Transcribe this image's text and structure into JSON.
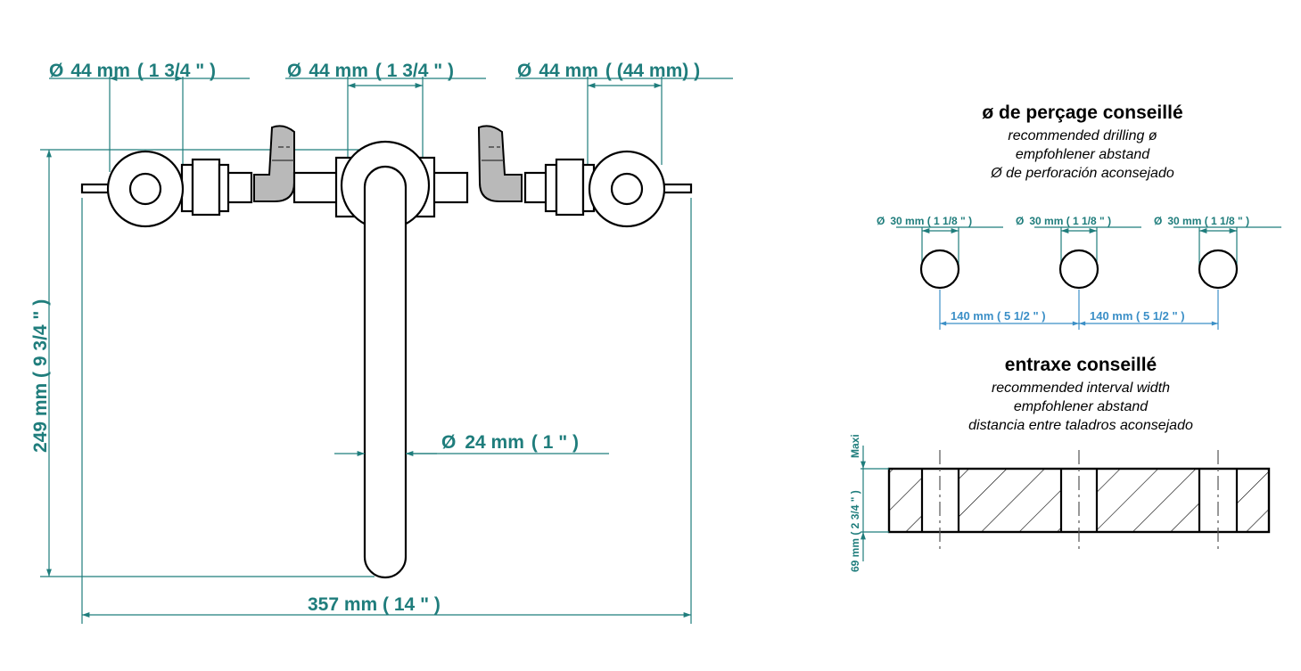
{
  "colors": {
    "dimension": "#1f7d7c",
    "dimension_blue": "#3b8fc7",
    "gray_part": "#b9b9b9"
  },
  "front_view": {
    "dia_left": {
      "sym": "Ø",
      "value": "44 mm",
      "paren": "( 1 3/4 \" )"
    },
    "dia_center": {
      "sym": "Ø",
      "value": "44 mm",
      "paren": "( 1 3/4 \" )"
    },
    "dia_right": {
      "sym": "Ø",
      "value": "44 mm",
      "paren": "( (44 mm) )"
    },
    "spout_dia": {
      "sym": "Ø",
      "value": "24 mm",
      "paren": "( 1 \" )"
    },
    "height": "249 mm  ( 9 3/4 \" )",
    "width": "357 mm  ( 14 \" )"
  },
  "drilling": {
    "title": "ø de perçage conseillé",
    "lines": [
      "recommended drilling ø",
      "empfohlener abstand",
      "Ø de perforación aconsejado"
    ],
    "hole_labels": [
      {
        "sym": "Ø",
        "text": "30 mm ( 1 1/8 \" )"
      },
      {
        "sym": "Ø",
        "text": "30 mm ( 1 1/8 \" )"
      },
      {
        "sym": "Ø",
        "text": "30 mm ( 1 1/8 \" )"
      }
    ],
    "spacing_left": "140 mm ( 5 1/2 \" )",
    "spacing_right": "140 mm ( 5 1/2 \" )"
  },
  "interval": {
    "title": "entraxe conseillé",
    "lines": [
      "recommended interval width",
      "empfohlener abstand",
      "distancia entre taladros aconsejado"
    ],
    "max_label": "Maxi",
    "thickness": "69 mm ( 2 3/4 \" )"
  }
}
